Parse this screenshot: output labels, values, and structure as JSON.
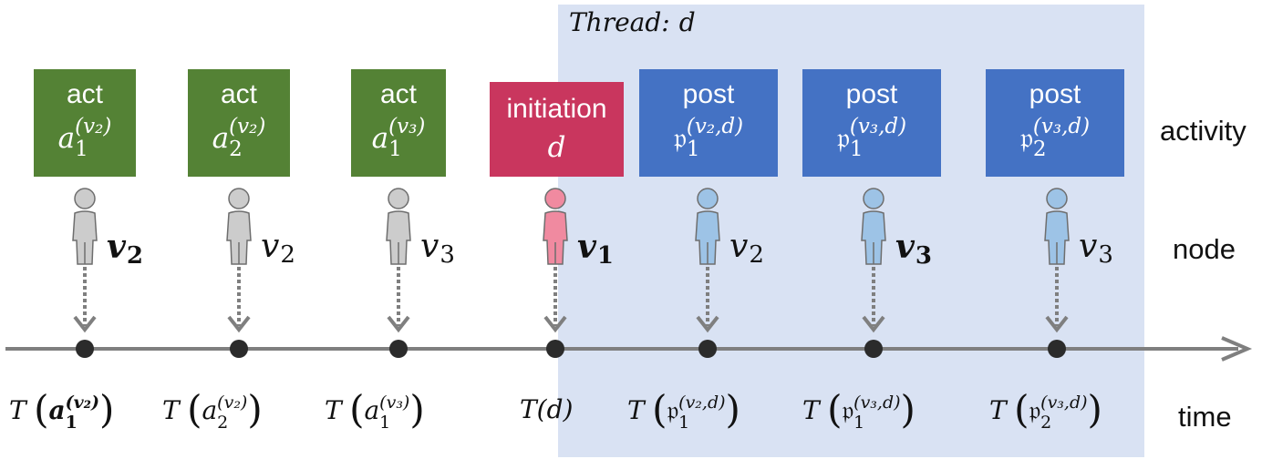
{
  "thread": {
    "label": "Thread:",
    "var": "d"
  },
  "row_labels": {
    "activity": "activity",
    "node": "node",
    "time": "time"
  },
  "events": [
    {
      "kind": "act",
      "keyword": "act",
      "sym_base": "a",
      "sym_sub": "1",
      "sym_sup": "(v₂)",
      "node_var": "v",
      "node_sub": "2",
      "node_bold": true,
      "color": "#548235",
      "person_color": "#cccccc",
      "time_base": "a",
      "time_sub": "1",
      "time_sup": "(v₂)",
      "time_bold": true
    },
    {
      "kind": "act",
      "keyword": "act",
      "sym_base": "a",
      "sym_sub": "2",
      "sym_sup": "(v₂)",
      "node_var": "v",
      "node_sub": "2",
      "node_bold": false,
      "color": "#548235",
      "person_color": "#cccccc",
      "time_base": "a",
      "time_sub": "2",
      "time_sup": "(v₂)",
      "time_bold": false
    },
    {
      "kind": "act",
      "keyword": "act",
      "sym_base": "a",
      "sym_sub": "1",
      "sym_sup": "(v₃)",
      "node_var": "v",
      "node_sub": "3",
      "node_bold": false,
      "color": "#548235",
      "person_color": "#cccccc",
      "time_base": "a",
      "time_sub": "1",
      "time_sup": "(v₃)",
      "time_bold": false
    },
    {
      "kind": "initiation",
      "keyword": "initiation",
      "sym_base": "d",
      "sym_sub": "",
      "sym_sup": "",
      "node_var": "v",
      "node_sub": "1",
      "node_bold": true,
      "color": "#c9365e",
      "person_color": "#f08aa0",
      "time_text": "T(d)"
    },
    {
      "kind": "post",
      "keyword": "post",
      "sym_base": "𝔭",
      "sym_sub": "1",
      "sym_sup": "(v₂,d)",
      "node_var": "v",
      "node_sub": "2",
      "node_bold": false,
      "color": "#4472c4",
      "person_color": "#9dc3e6",
      "time_base": "𝔭",
      "time_sub": "1",
      "time_sup": "(v₂,d)",
      "time_bold": false
    },
    {
      "kind": "post",
      "keyword": "post",
      "sym_base": "𝔭",
      "sym_sub": "1",
      "sym_sup": "(v₃,d)",
      "node_var": "v",
      "node_sub": "3",
      "node_bold": true,
      "color": "#4472c4",
      "person_color": "#9dc3e6",
      "time_base": "𝔭",
      "time_sub": "1",
      "time_sup": "(v₃,d)",
      "time_bold": false
    },
    {
      "kind": "post",
      "keyword": "post",
      "sym_base": "𝔭",
      "sym_sub": "2",
      "sym_sup": "(v₃,d)",
      "node_var": "v",
      "node_sub": "3",
      "node_bold": false,
      "color": "#4472c4",
      "person_color": "#9dc3e6",
      "time_base": "𝔭",
      "time_sub": "2",
      "time_sup": "(v₃,d)",
      "time_bold": false
    }
  ],
  "time_prefix": "T"
}
